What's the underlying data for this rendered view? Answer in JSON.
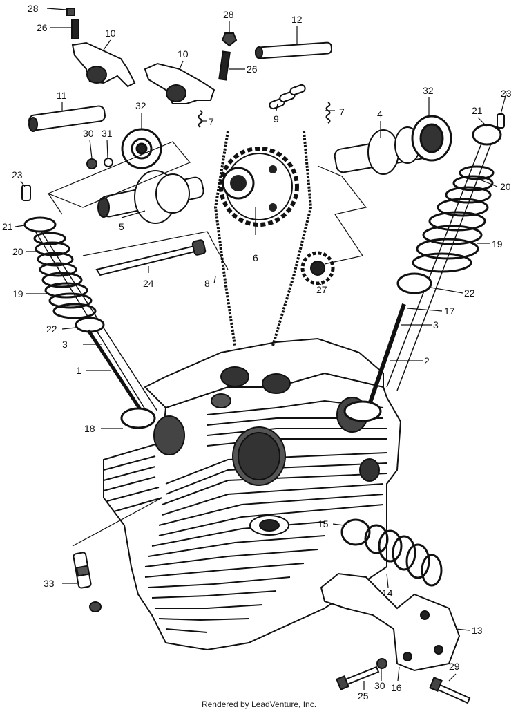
{
  "footer": "Rendered by LeadVenture, Inc.",
  "callouts": [
    {
      "id": "c1",
      "text": "28"
    },
    {
      "id": "c2",
      "text": "26"
    },
    {
      "id": "c3",
      "text": "10"
    },
    {
      "id": "c4",
      "text": "10"
    },
    {
      "id": "c5",
      "text": "28"
    },
    {
      "id": "c6",
      "text": "26"
    },
    {
      "id": "c7",
      "text": "12"
    },
    {
      "id": "c8",
      "text": "11"
    },
    {
      "id": "c9",
      "text": "32"
    },
    {
      "id": "c10",
      "text": "30"
    },
    {
      "id": "c11",
      "text": "31"
    },
    {
      "id": "c12",
      "text": "7"
    },
    {
      "id": "c13",
      "text": "9"
    },
    {
      "id": "c14",
      "text": "7"
    },
    {
      "id": "c15",
      "text": "4"
    },
    {
      "id": "c16",
      "text": "32"
    },
    {
      "id": "c17",
      "text": "23"
    },
    {
      "id": "c18",
      "text": "21"
    },
    {
      "id": "c19",
      "text": "20"
    },
    {
      "id": "c20",
      "text": "23"
    },
    {
      "id": "c21",
      "text": "21"
    },
    {
      "id": "c22",
      "text": "20"
    },
    {
      "id": "c23",
      "text": "5"
    },
    {
      "id": "c24",
      "text": "6"
    },
    {
      "id": "c25",
      "text": "19"
    },
    {
      "id": "c26",
      "text": "24"
    },
    {
      "id": "c27",
      "text": "8"
    },
    {
      "id": "c28",
      "text": "19"
    },
    {
      "id": "c29",
      "text": "27"
    },
    {
      "id": "c30",
      "text": "22"
    },
    {
      "id": "c31",
      "text": "22"
    },
    {
      "id": "c32",
      "text": "17"
    },
    {
      "id": "c33",
      "text": "3"
    },
    {
      "id": "c34",
      "text": "3"
    },
    {
      "id": "c35",
      "text": "2"
    },
    {
      "id": "c36",
      "text": "1"
    },
    {
      "id": "c37",
      "text": "18"
    },
    {
      "id": "c38",
      "text": "15"
    },
    {
      "id": "c39",
      "text": "14"
    },
    {
      "id": "c40",
      "text": "33"
    },
    {
      "id": "c41",
      "text": "13"
    },
    {
      "id": "c42",
      "text": "29"
    },
    {
      "id": "c43",
      "text": "25"
    },
    {
      "id": "c44",
      "text": "30"
    },
    {
      "id": "c45",
      "text": "16"
    }
  ]
}
